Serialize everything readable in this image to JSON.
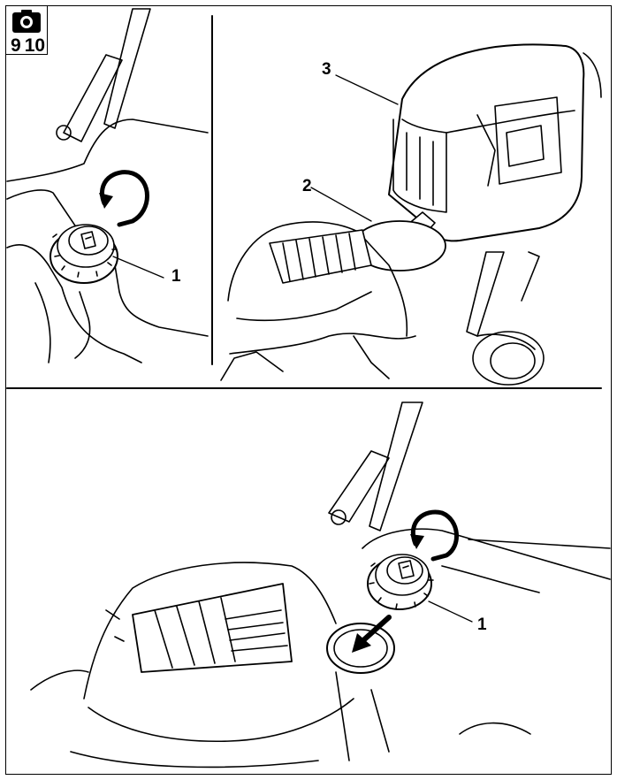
{
  "badge": {
    "icon": "camera-icon",
    "figure_numbers": [
      "9",
      "10"
    ]
  },
  "callouts": {
    "panel_left_cap": "1",
    "panel_right_funnel": "2",
    "panel_right_can": "3",
    "panel_bottom_cap": "1"
  }
}
